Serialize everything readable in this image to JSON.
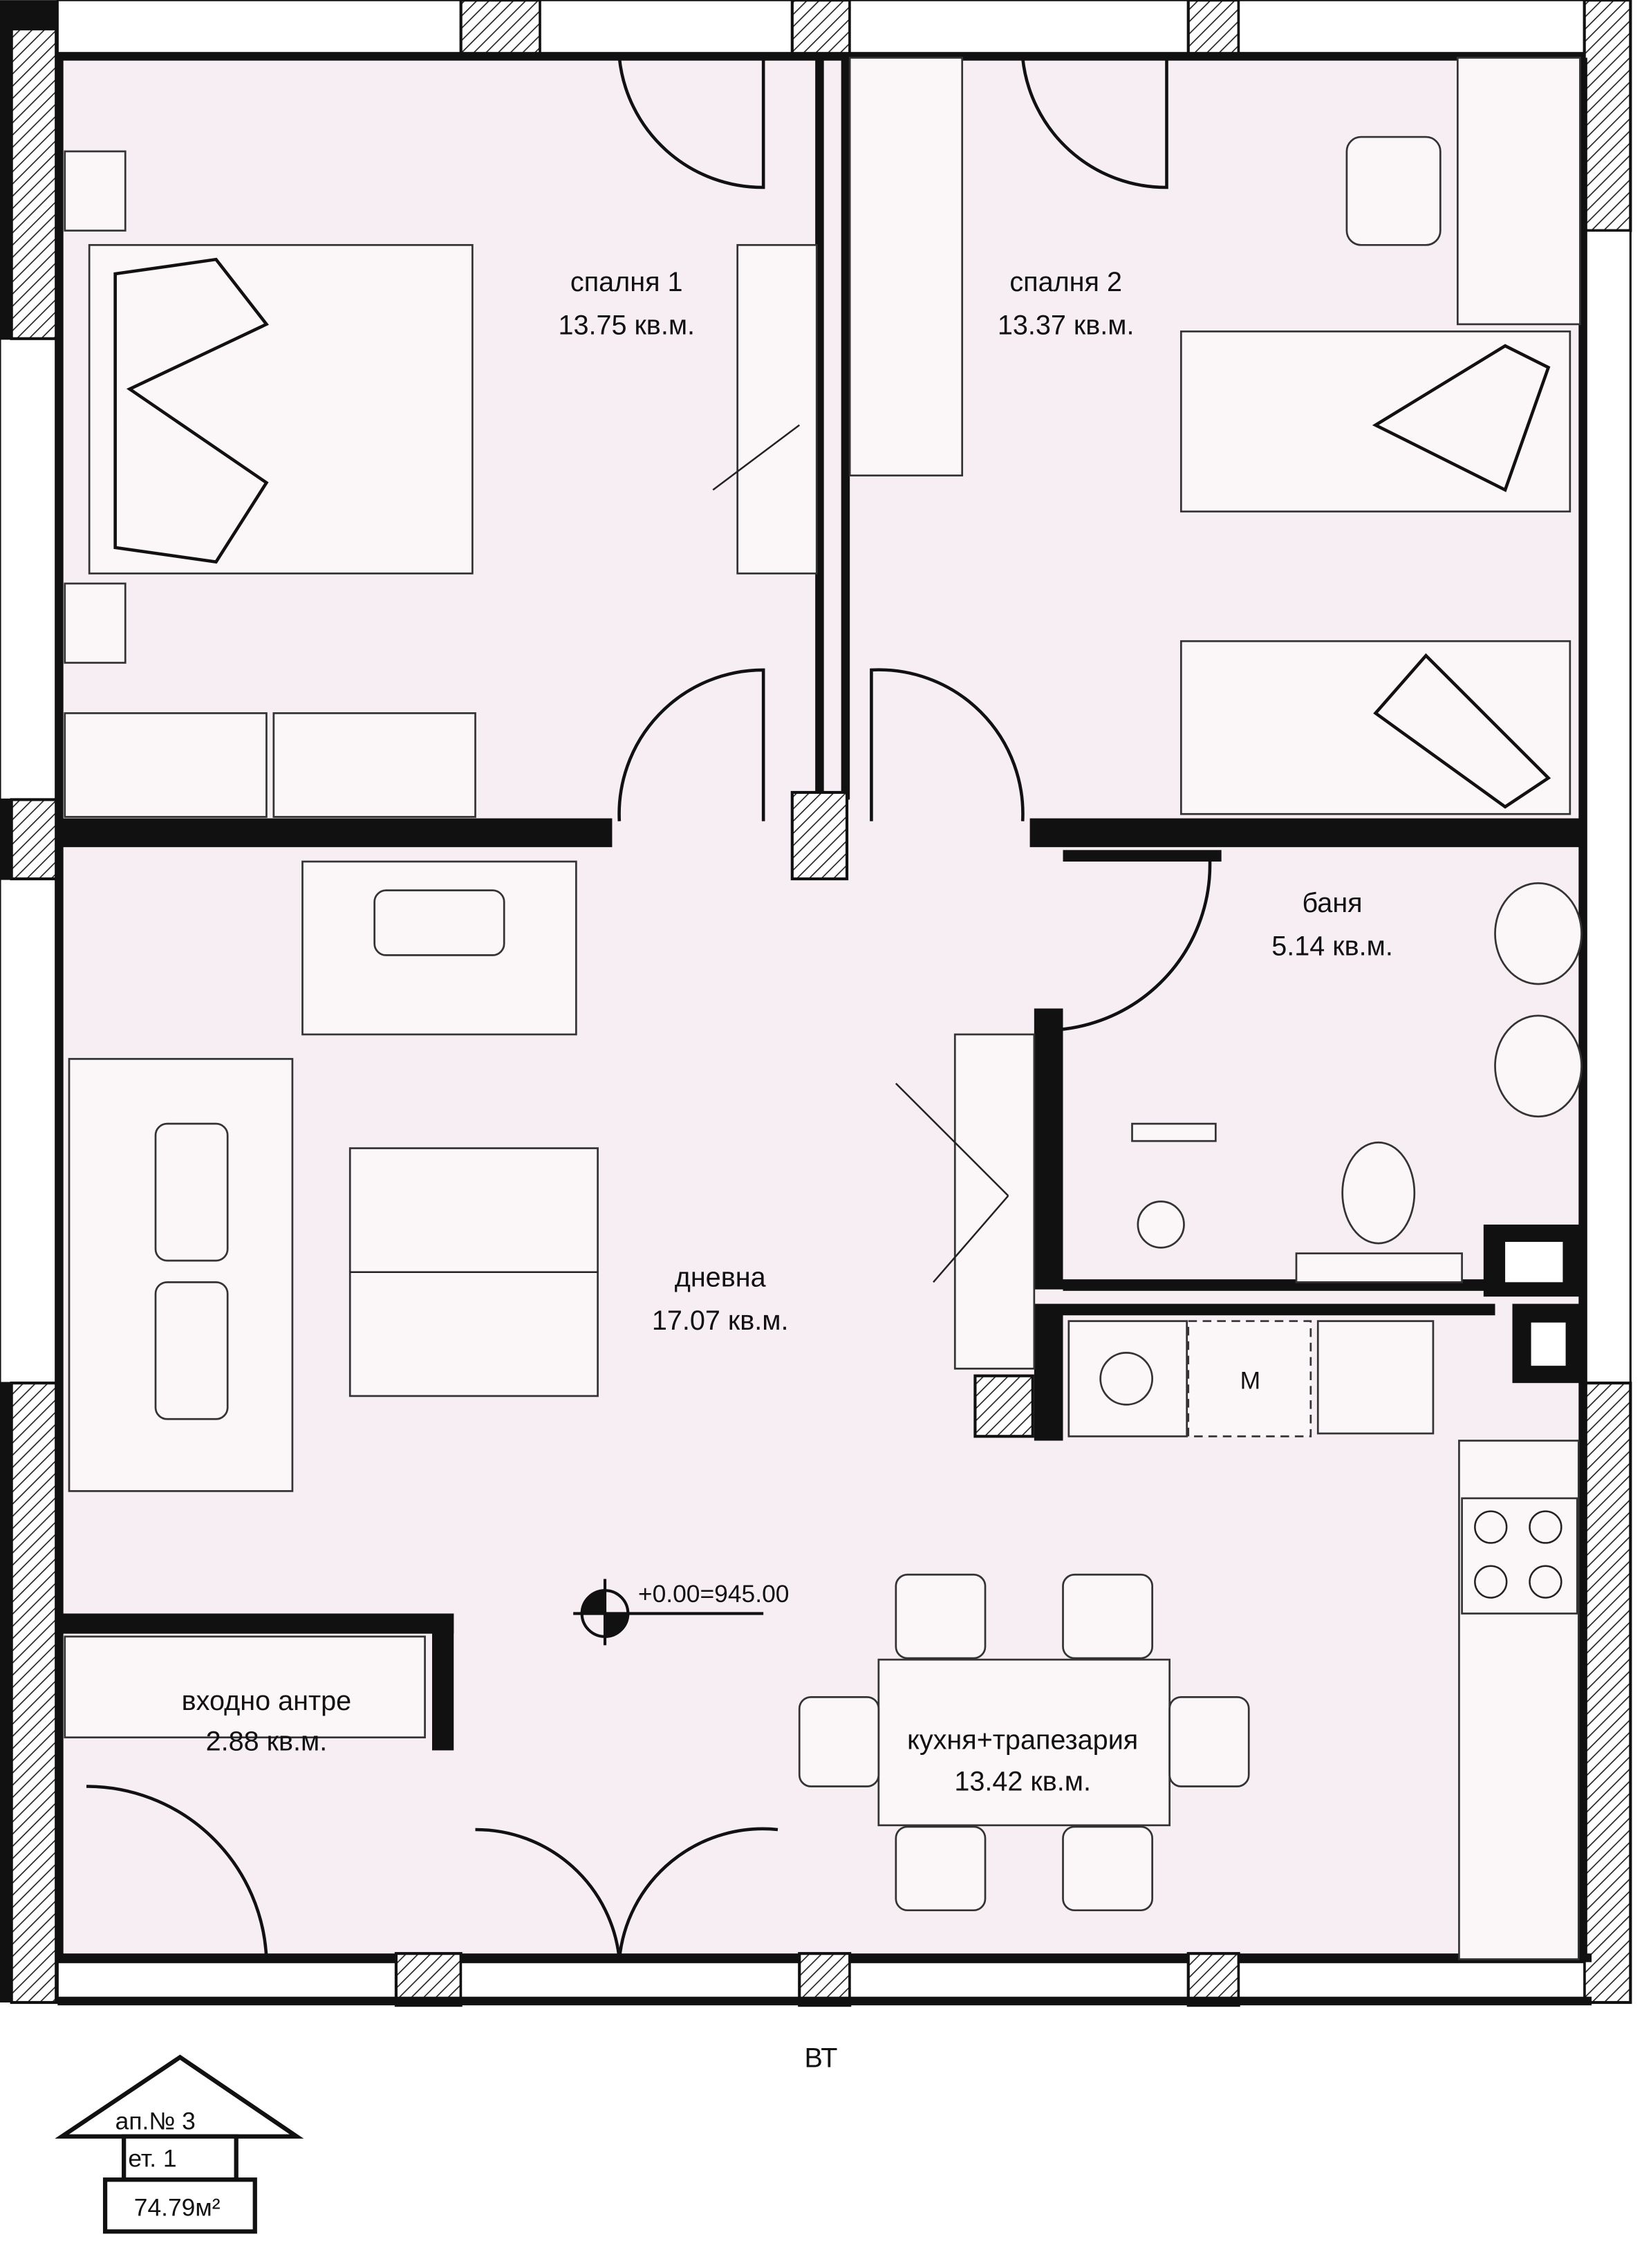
{
  "plan": {
    "rooms": [
      {
        "name": "спалня 1",
        "area": "13.75 кв.м."
      },
      {
        "name": "спалня 2",
        "area": "13.37 кв.м."
      },
      {
        "name": "баня",
        "area": "5.14 кв.м."
      },
      {
        "name": "дневна",
        "area": "17.07 кв.м."
      },
      {
        "name": "входно антре",
        "area": "2.88 кв.м."
      },
      {
        "name": "кухня+трапезария",
        "area": "13.42 кв.м."
      }
    ],
    "elevation": "+0.00=945.00",
    "meter_label": "M",
    "orientation": "ВТ",
    "badge": {
      "apartment": "ап.№ 3",
      "floor": "ет. 1",
      "total_area": "74.79м²"
    },
    "colors": {
      "floor": "#f7eef3",
      "wall": "#111111"
    }
  }
}
